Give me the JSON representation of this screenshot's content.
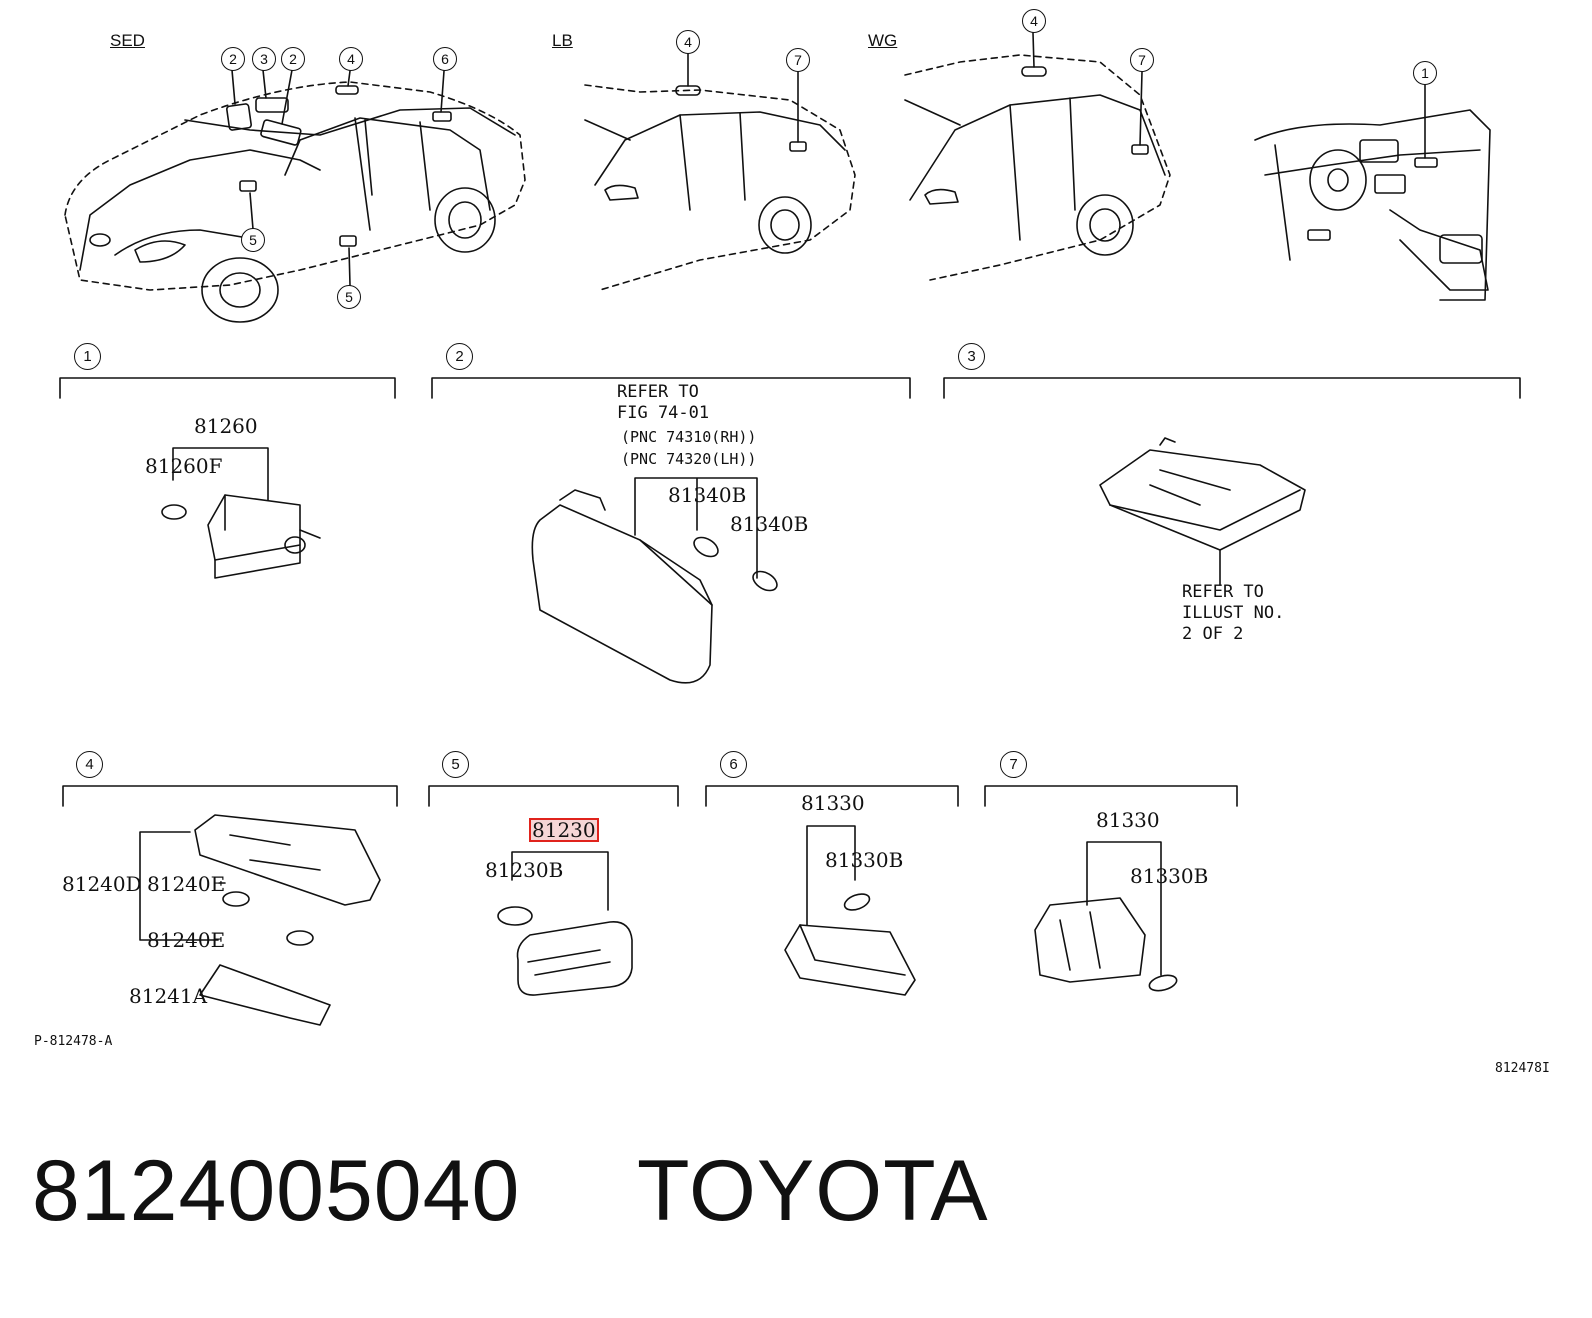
{
  "variants": {
    "sed": "SED",
    "lb": "LB",
    "wg": "WG"
  },
  "callouts": [
    "1",
    "2",
    "3",
    "4",
    "5",
    "6",
    "7"
  ],
  "refs": {
    "sec2_line1": "REFER TO",
    "sec2_line2": "FIG 74-01",
    "sec2_line3": "(PNC 74310(RH))",
    "sec2_line4": "(PNC 74320(LH))",
    "sec3_line1": "REFER TO",
    "sec3_line2": "ILLUST NO.",
    "sec3_line3": "2 OF 2"
  },
  "parts": {
    "p81260": "81260",
    "p81260F": "81260F",
    "p81340B_a": "81340B",
    "p81340B_b": "81340B",
    "p81240D": "81240D",
    "p81240E_a": "81240E",
    "p81240E_b": "81240E",
    "p81241A": "81241A",
    "p81230": "81230",
    "p81230B": "81230B",
    "p81330_6": "81330",
    "p81330B_6": "81330B",
    "p81330_7": "81330",
    "p81330B_7": "81330B"
  },
  "codes": {
    "illustration": "P-812478-A",
    "corner": "812478I"
  },
  "title": {
    "part_number": "8124005040",
    "brand": "TOYOTA"
  },
  "colors": {
    "ink": "#111111",
    "highlight_border": "#e0231c",
    "highlight_fill": "#f6d6d6"
  }
}
